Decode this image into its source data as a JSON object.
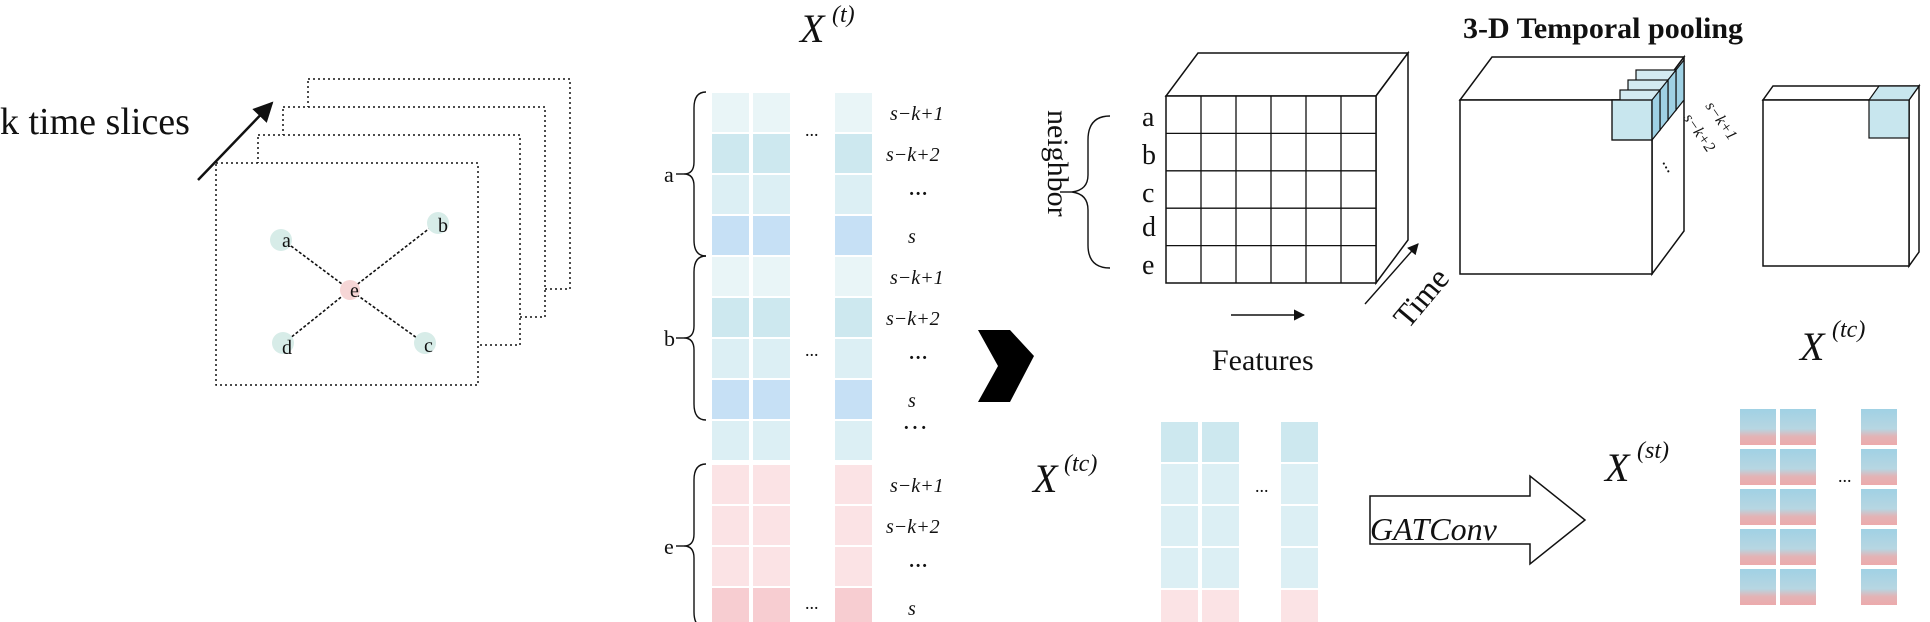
{
  "colors": {
    "light_blue": "#dceff4",
    "mid_blue": "#cde8ef",
    "blue": "#c6e0f5",
    "pale_blue": "#e9f5f7",
    "light_pink": "#fbe3e5",
    "pink": "#f7cdd1",
    "cube_cell": "#d3eaf1",
    "cube_front": "#c8e6ee",
    "edge": "#222222",
    "graph_node": "#d7ece8",
    "center_node": "#f6d6d6"
  },
  "graph": {
    "caption": "k time slices",
    "nodes": [
      "a",
      "b",
      "c",
      "d",
      "e"
    ]
  },
  "xt": {
    "label_var": "X",
    "label_sup": "(t)",
    "groups": [
      {
        "label": "a",
        "rows": [
          "s−k+1",
          "s−k+2",
          "···",
          "s"
        ]
      },
      {
        "label": "b",
        "rows": [
          "s−k+1",
          "s−k+2",
          "···",
          "s"
        ]
      },
      {
        "label": "e",
        "rows": [
          "s−k+1",
          "s−k+2",
          "···",
          "s"
        ]
      }
    ],
    "gap_dots": "···",
    "col_dots": "..."
  },
  "pooling": {
    "title": "3-D Temporal  pooling",
    "neighbor_label": "neighbor",
    "rows": [
      "a",
      "b",
      "c",
      "d",
      "e"
    ],
    "features_label": "Features",
    "time_label": "Time",
    "slice_labels": [
      "s−k+1",
      "s−k+2"
    ],
    "slice_dots": "..."
  },
  "bottom": {
    "xtc_var": "X",
    "xtc_sup": "(tc)",
    "gatconv": "GATConv",
    "xst_var": "X",
    "xst_sup": "(st)",
    "xtc_top_var": "X",
    "xtc_top_sup": "(tc)",
    "col_dots": "..."
  }
}
